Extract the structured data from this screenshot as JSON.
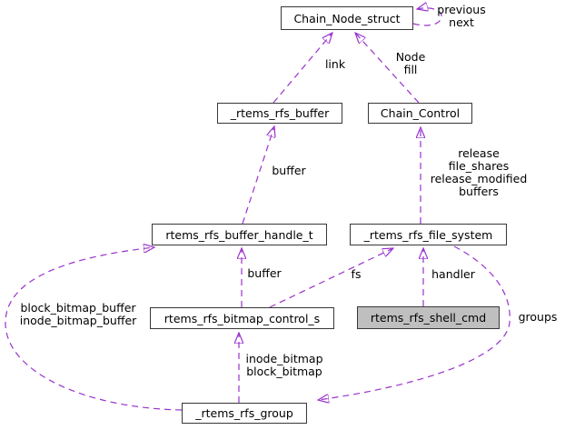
{
  "diagram_type": "collaboration-graph",
  "colors": {
    "edge_accent": "#9a32cd",
    "node_border": "#383838",
    "node_fill": "#ffffff",
    "highlight_node_fill": "#bfbfbf",
    "background": "#ffffff",
    "text": "#000000"
  },
  "nodes": {
    "chain_node_struct": {
      "label": "Chain_Node_struct"
    },
    "rtems_rfs_buffer": {
      "label": "_rtems_rfs_buffer"
    },
    "chain_control": {
      "label": "Chain_Control"
    },
    "buffer_handle": {
      "label": "rtems_rfs_buffer_handle_t"
    },
    "file_system": {
      "label": "_rtems_rfs_file_system"
    },
    "bitmap_control": {
      "label": "rtems_rfs_bitmap_control_s"
    },
    "shell_cmd": {
      "label": "rtems_rfs_shell_cmd"
    },
    "group": {
      "label": "_rtems_rfs_group"
    }
  },
  "edge_labels": {
    "self_loop": "previous\nnext",
    "link": "link",
    "node_fill": "Node\nfill",
    "buffer_upper": "buffer",
    "release_block": "release\nfile_shares\nrelease_modified\nbuffers",
    "buffer_lower": "buffer",
    "fs": "fs",
    "handler": "handler",
    "bitmap_buffers": "block_bitmap_buffer\ninode_bitmap_buffer",
    "groups": "groups",
    "bitmaps": "inode_bitmap\nblock_bitmap"
  }
}
